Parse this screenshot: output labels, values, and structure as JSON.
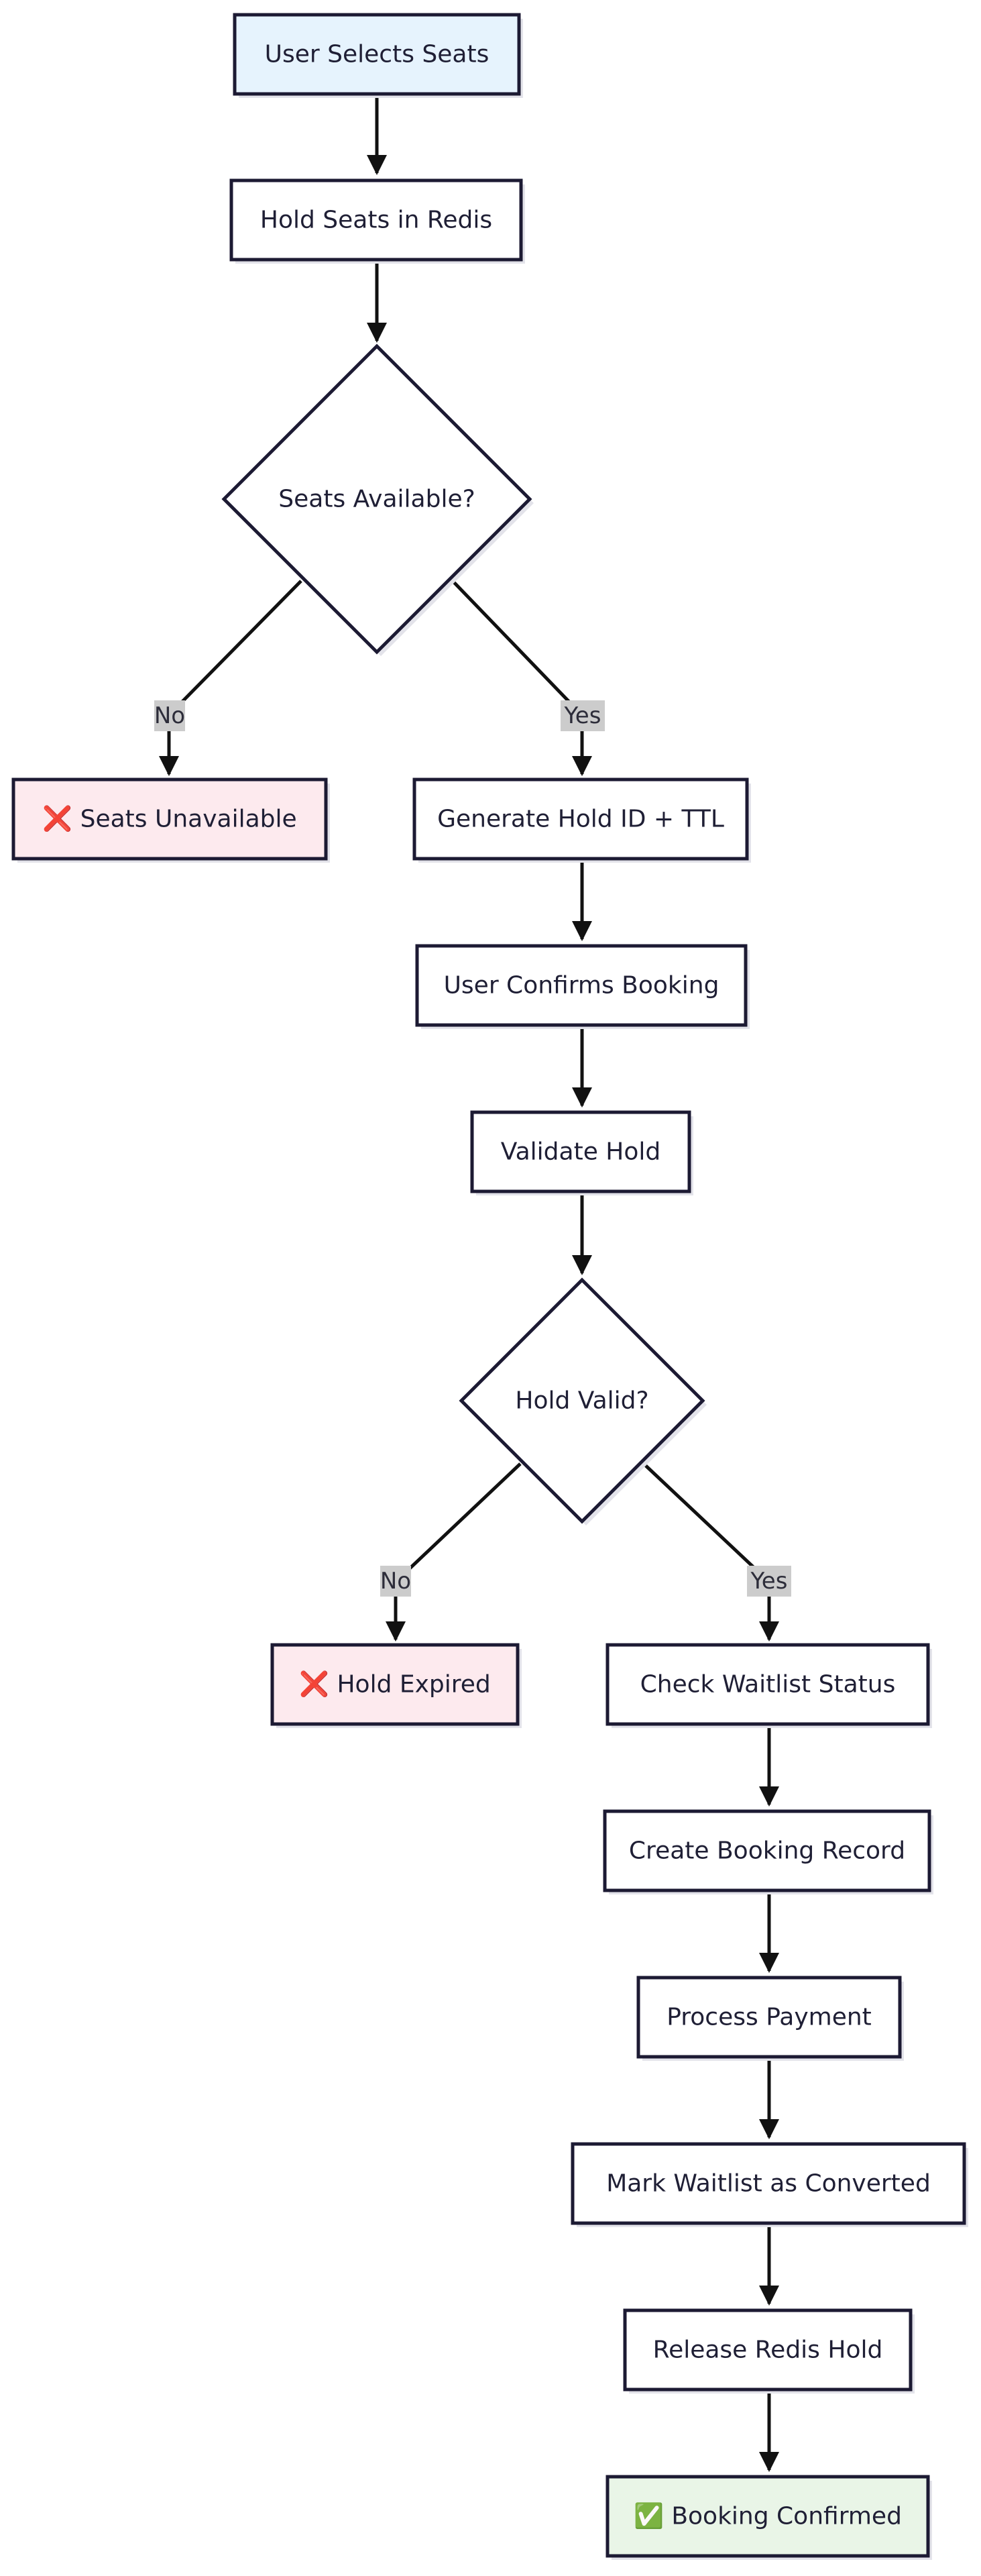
{
  "colors": {
    "node_fill": "#ffffff",
    "node_stroke": "#1c1a33",
    "start_fill": "#e6f3fd",
    "error_fill": "#fdeaee",
    "success_fill": "#e9f5e7",
    "edge": "#111111",
    "label_background": "#cccccc"
  },
  "flowchart": {
    "nodes": {
      "select_seats": "User Selects Seats",
      "hold_seats": "Hold Seats in Redis",
      "seats_available": "Seats Available?",
      "seats_unavailable": "❌ Seats Unavailable",
      "generate_hold": "Generate Hold ID + TTL",
      "confirm_booking": "User Confirms Booking",
      "validate_hold": "Validate Hold",
      "hold_valid": "Hold Valid?",
      "hold_expired": "❌ Hold Expired",
      "check_waitlist": "Check Waitlist Status",
      "create_record": "Create Booking Record",
      "process_payment": "Process Payment",
      "mark_waitlist": "Mark Waitlist as Converted",
      "release_hold": "Release Redis Hold",
      "booking_confirmed": "✅ Booking Confirmed"
    },
    "edge_labels": {
      "seats_no": "No",
      "seats_yes": "Yes",
      "hold_no": "No",
      "hold_yes": "Yes"
    }
  }
}
